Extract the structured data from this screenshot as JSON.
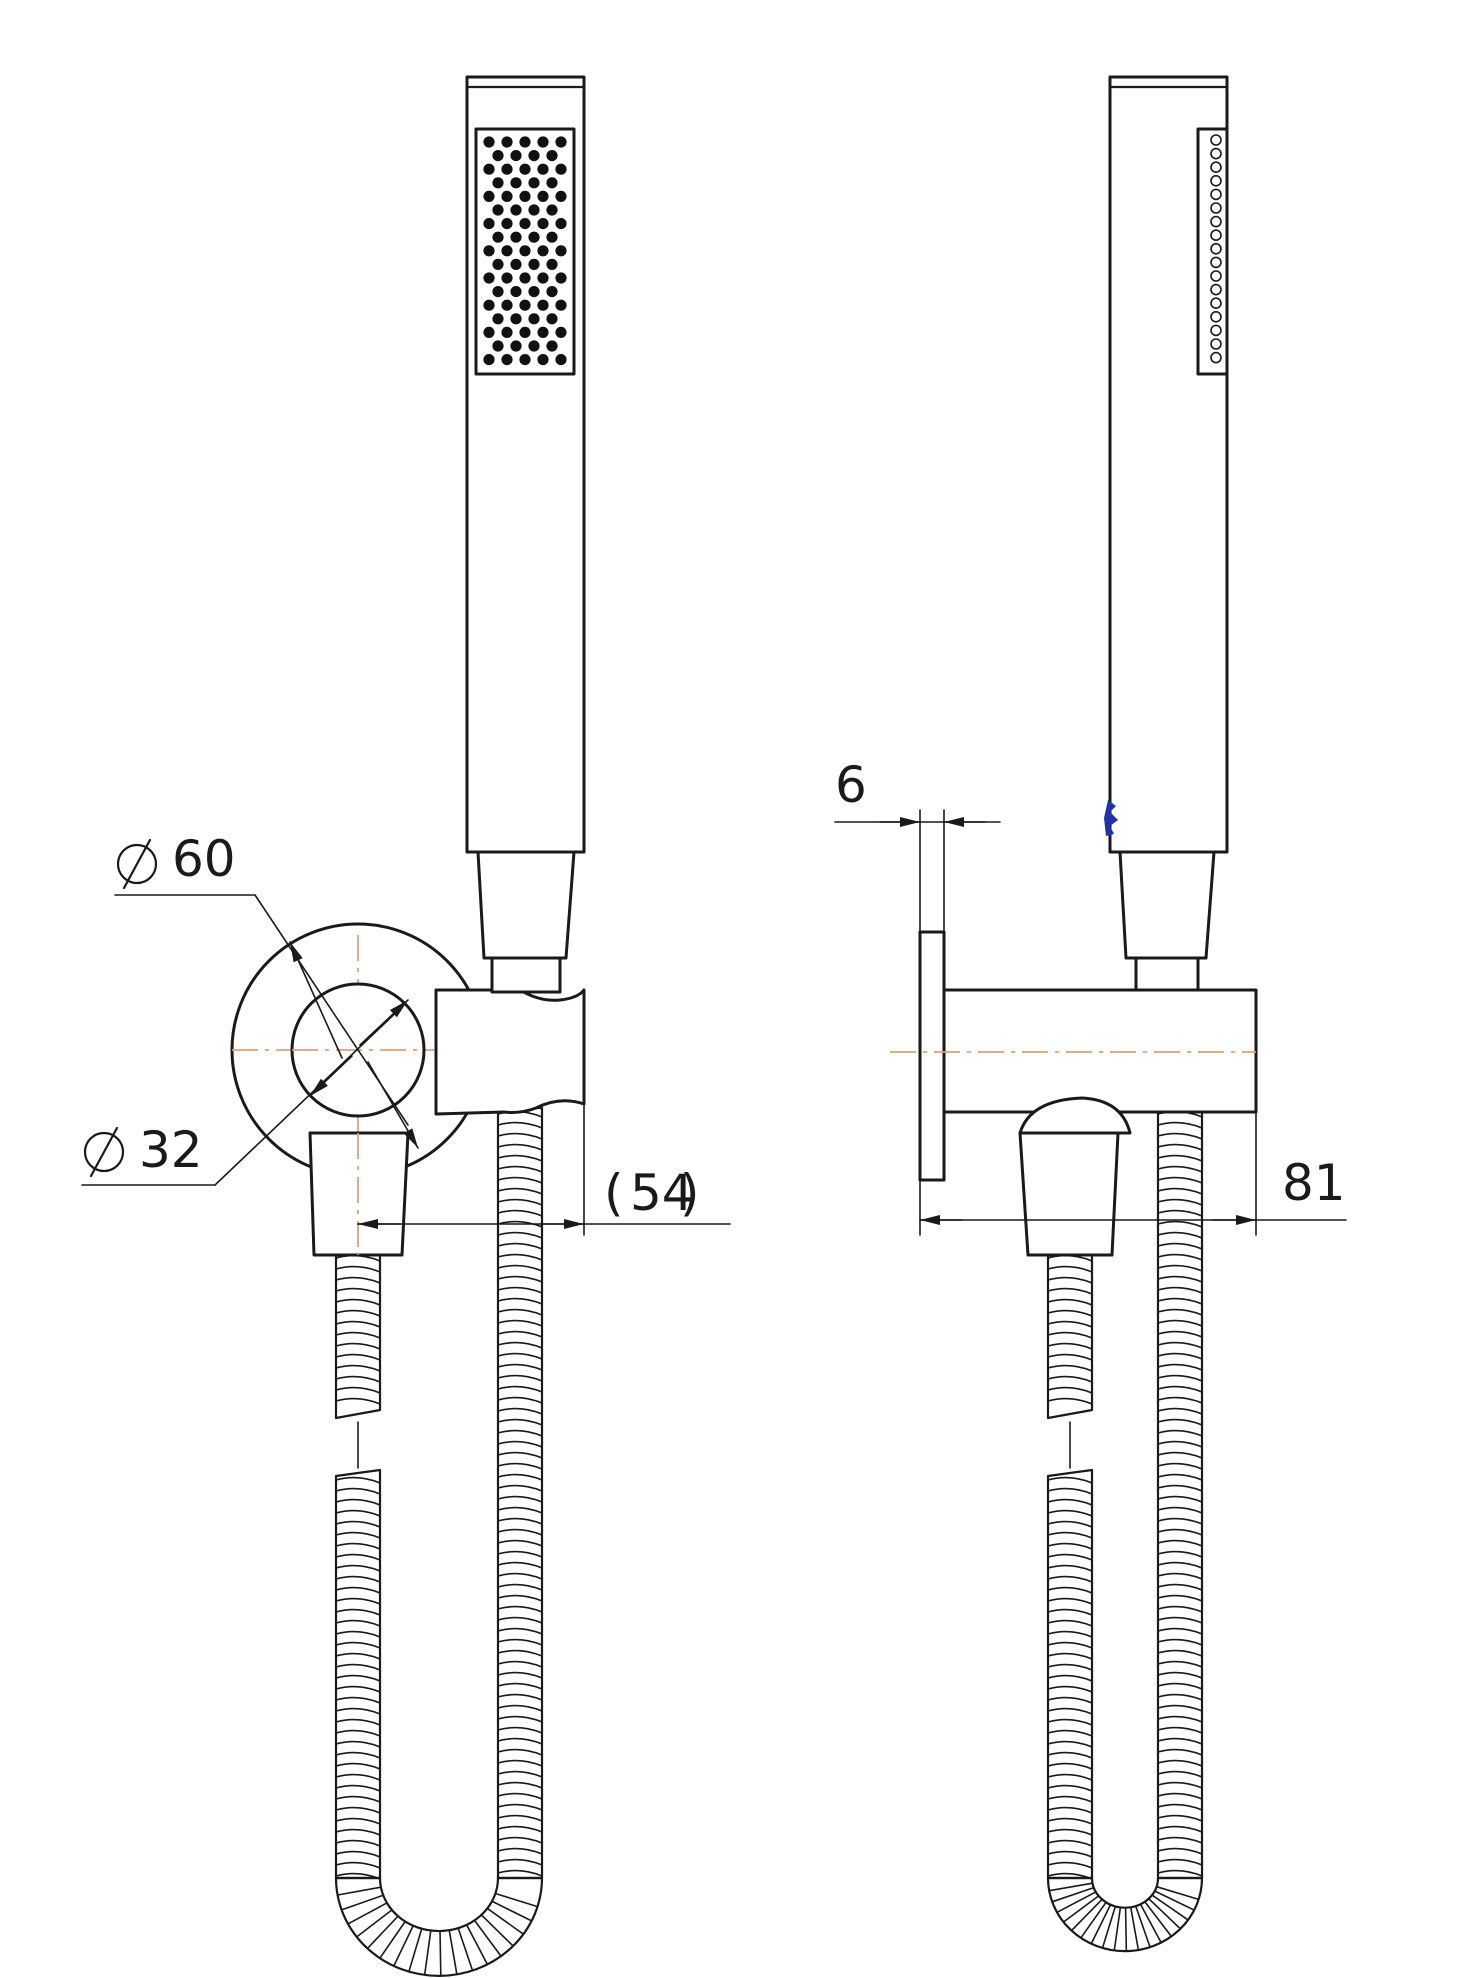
{
  "dimensions": {
    "dia_outer": {
      "symbol": "⌀",
      "value": "60"
    },
    "dia_inner": {
      "symbol": "⌀",
      "value": "32"
    },
    "offset": {
      "value": "54",
      "open": "(",
      "close": ")"
    },
    "flange_thickness": {
      "value": "6"
    },
    "projection": {
      "value": "81"
    }
  },
  "colors": {
    "line": "#1a1a1a",
    "centerline": "#d9a27a",
    "marker": "#2233aa"
  }
}
